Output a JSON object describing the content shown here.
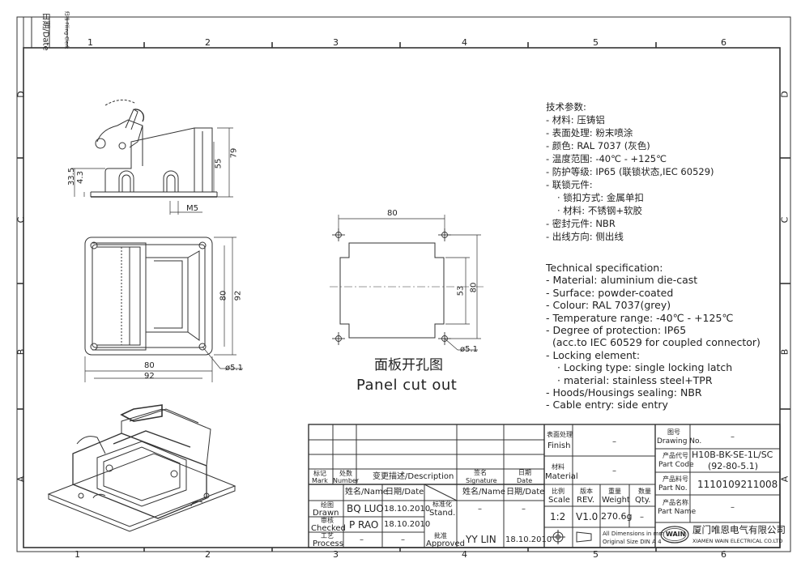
{
  "border": {
    "columns": [
      "1",
      "2",
      "3",
      "4",
      "5",
      "6"
    ],
    "rows": [
      "D",
      "C",
      "B",
      "A"
    ],
    "sidebar": [
      "日期/Date",
      "归档 Filing Clerk"
    ]
  },
  "side_view_dims": {
    "h79": "79",
    "h55": "55",
    "h33_5": "33.5",
    "h4_3": "4.3",
    "m5": "M5"
  },
  "top_view_dims": {
    "w80": "80",
    "w92": "92",
    "h80": "80",
    "h92": "92",
    "hole": "ø5.1"
  },
  "cutout": {
    "w80": "80",
    "h53": "53",
    "h80": "80",
    "hole": "ø5.1",
    "caption_cn": "面板开孔图",
    "caption_en": "Panel cut out"
  },
  "spec_cn": [
    "技术参数:",
    "- 材料: 压铸铝",
    "- 表面处理: 粉末喷涂",
    "- 颜色: RAL 7037 (灰色)",
    "- 温度范围: -40℃ - +125℃",
    "- 防护等级: IP65 (联锁状态,IEC 60529)",
    "- 联锁元件:",
    "    · 锁扣方式: 金属单扣",
    "    · 材料: 不锈钢+软胶",
    "- 密封元件: NBR",
    "- 出线方向: 侧出线"
  ],
  "spec_en": [
    "Technical specification:",
    "- Material: aluminium die-cast",
    "- Surface: powder-coated",
    "- Colour: RAL 7037(grey)",
    "- Temperature range: -40℃ - +125℃",
    "- Degree of protection: IP65",
    "  (acc.to IEC 60529 for coupled connector)",
    "- Locking element:",
    "    · Locking type: single locking latch",
    "    · material: stainless steel+TPR",
    "- Hoods/Housings sealing: NBR",
    "- Cable entry: side entry"
  ],
  "title_block": {
    "mark_cn": "标记",
    "mark_en": "Mark",
    "number_cn": "处数",
    "number_en": "Number",
    "desc": "变更描述/Description",
    "sig_cn": "签名",
    "sig_en": "Signature",
    "date_cn": "日期",
    "date_en": "Date",
    "name_hdr": "姓名/Name",
    "date_hdr": "日期/Date",
    "drawn_cn": "绘图",
    "drawn_en": "Drawn",
    "checked_cn": "审核",
    "checked_en": "Checked",
    "process_cn": "工艺",
    "process_en": "Process",
    "stand_cn": "标准化",
    "stand_en": "Stand.",
    "approved_cn": "批准",
    "approved_en": "Approved",
    "drawn_name": "BQ LUO",
    "drawn_date": "18.10.2010",
    "checked_name": "P RAO",
    "checked_date": "18.10.2010",
    "process_name": "–",
    "process_date": "–",
    "stand_name": "–",
    "stand_date": "–",
    "approved_name": "YY LIN",
    "approved_date": "18.10.2010",
    "finish_cn": "表面处理",
    "finish_en": "Finish",
    "finish_val": "–",
    "material_cn": "材料",
    "material_en": "Material",
    "material_val": "–",
    "scale_cn": "比例",
    "scale_en": "Scale",
    "scale_val": "1:2",
    "rev_cn": "版本",
    "rev_en": "REV.",
    "rev_val": "V1.0",
    "weight_cn": "重量",
    "weight_en": "Weight",
    "weight_val": "270.6g",
    "qty_cn": "数量",
    "qty_en": "Qty.",
    "qty_val": "–",
    "dims_note_1": "All Dimensions in mm",
    "dims_note_2": "Original Size DIN A 4",
    "drawing_no_cn": "图号",
    "drawing_no_en": "Drawing No.",
    "drawing_no_val": "–",
    "part_code_cn": "产品代号",
    "part_code_en": "Part Code",
    "part_code_val1": "H10B-BK-SE-1L/SC",
    "part_code_val2": "(92-80-5.1)",
    "part_no_cn": "产品料号",
    "part_no_en": "Part No.",
    "part_no_val": "1110109211008",
    "part_name_cn": "产品名称",
    "part_name_en": "Part Name",
    "part_name_val": "–",
    "logo": "WAIN",
    "company_cn": "厦门唯恩电气有限公司",
    "company_en": "XIAMEN WAIN ELECTRICAL CO.LTD"
  }
}
